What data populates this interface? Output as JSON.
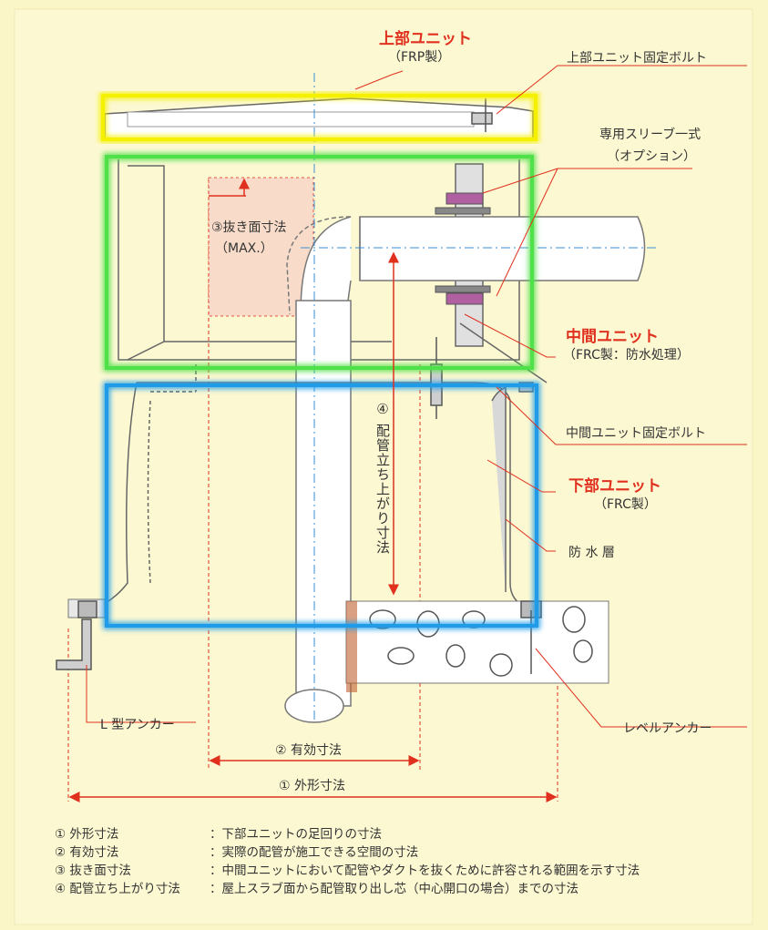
{
  "labels": {
    "upper_unit": "上部ユニット",
    "upper_material": "（FRP製）",
    "upper_bolt": "上部ユニット固定ボルト",
    "sleeve": "専用スリーブ一式",
    "sleeve_option": "（オプション）",
    "middle_unit": "中間ユニット",
    "middle_material": "（FRC製：防水処理）",
    "middle_bolt": "中間ユニット固定ボルト",
    "lower_unit": "下部ユニット",
    "lower_material": "（FRC製）",
    "waterproof": "防 水 層",
    "l_anchor": "L 型アンカー",
    "level_anchor": "レベルアンカー",
    "dim3_label": "③抜き面寸法",
    "dim3_max": "（MAX.）",
    "dim4_label": "④ 配管立ち上がり寸法",
    "dim2_label": "② 有効寸法",
    "dim1_label": "① 外形寸法"
  },
  "legend": [
    {
      "key": "① 外形寸法",
      "desc": "：下部ユニットの足回りの寸法"
    },
    {
      "key": "② 有効寸法",
      "desc": "：実際の配管が施工できる空間の寸法"
    },
    {
      "key": "③ 抜き面寸法",
      "desc": "：中間ユニットにおいて配管やダクトを抜くために許容される範囲を示す寸法"
    },
    {
      "key": "④ 配管立ち上がり寸法",
      "desc": "：屋上スラブ面から配管取り出し芯（中心開口の場合）までの寸法"
    }
  ],
  "colors": {
    "background": "#fbf6c8",
    "red": "#e0301e",
    "upper_highlight": "#f4f000",
    "middle_highlight": "#4fe04a",
    "lower_highlight": "#1f9be8",
    "centerline": "#3a8fd8"
  }
}
